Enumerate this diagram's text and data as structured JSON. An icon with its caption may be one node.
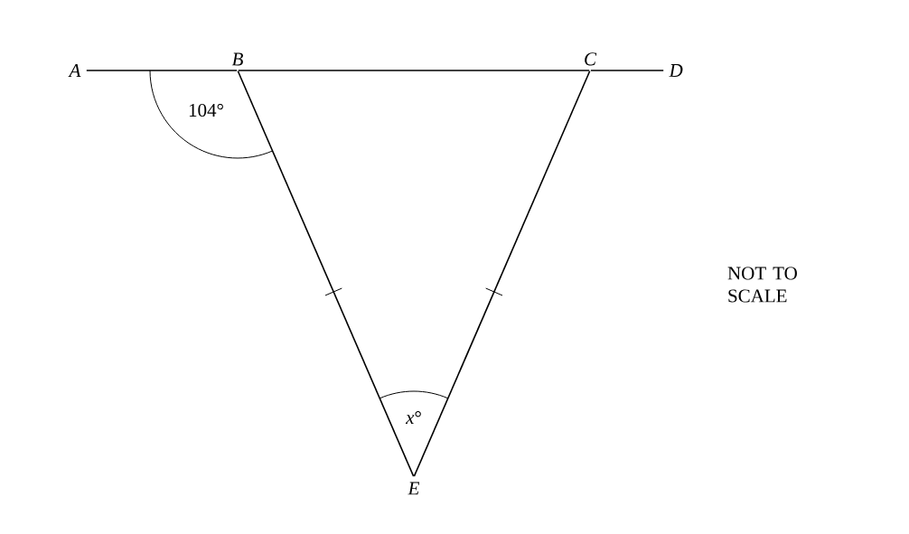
{
  "diagram": {
    "nodes": [
      {
        "text": [
          "A"
        ]
      },
      {
        "text": [
          "B"
        ]
      },
      {
        "text": [
          "C"
        ]
      },
      {
        "text": [
          "D"
        ]
      },
      {
        "text": [
          "E"
        ]
      }
    ],
    "edges": [
      {
        "from": 0,
        "to": 1,
        "arrow": "none"
      },
      {
        "from": 1,
        "to": 2,
        "arrow": "none"
      },
      {
        "from": 2,
        "to": 3,
        "arrow": "none"
      },
      {
        "from": 1,
        "to": 4,
        "arrow": "none"
      },
      {
        "from": 2,
        "to": 4,
        "arrow": "none"
      }
    ],
    "labels": [
      "104°",
      "*x*°",
      "NOT TO SCALE"
    ]
  }
}
